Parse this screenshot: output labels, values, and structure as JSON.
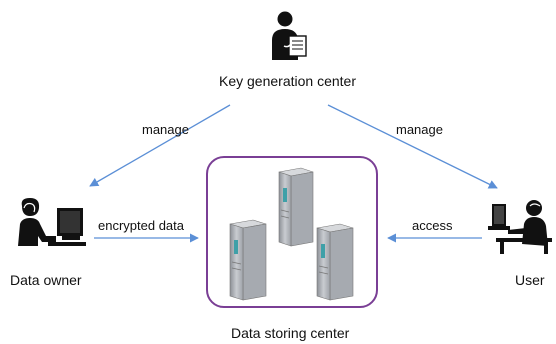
{
  "nodes": {
    "kgc": {
      "label": "Key generation center"
    },
    "owner": {
      "label": "Data owner"
    },
    "user": {
      "label": "User"
    },
    "storage": {
      "label": "Data storing center"
    }
  },
  "edges": {
    "manage_left": {
      "label": "manage"
    },
    "manage_right": {
      "label": "manage"
    },
    "encrypted": {
      "label": "encrypted data"
    },
    "access": {
      "label": "access"
    }
  },
  "colors": {
    "arrow": "#5b8fd6",
    "box_border": "#7a3f95",
    "server_body": "#b8bcc2",
    "server_led": "#3fa0a8"
  }
}
